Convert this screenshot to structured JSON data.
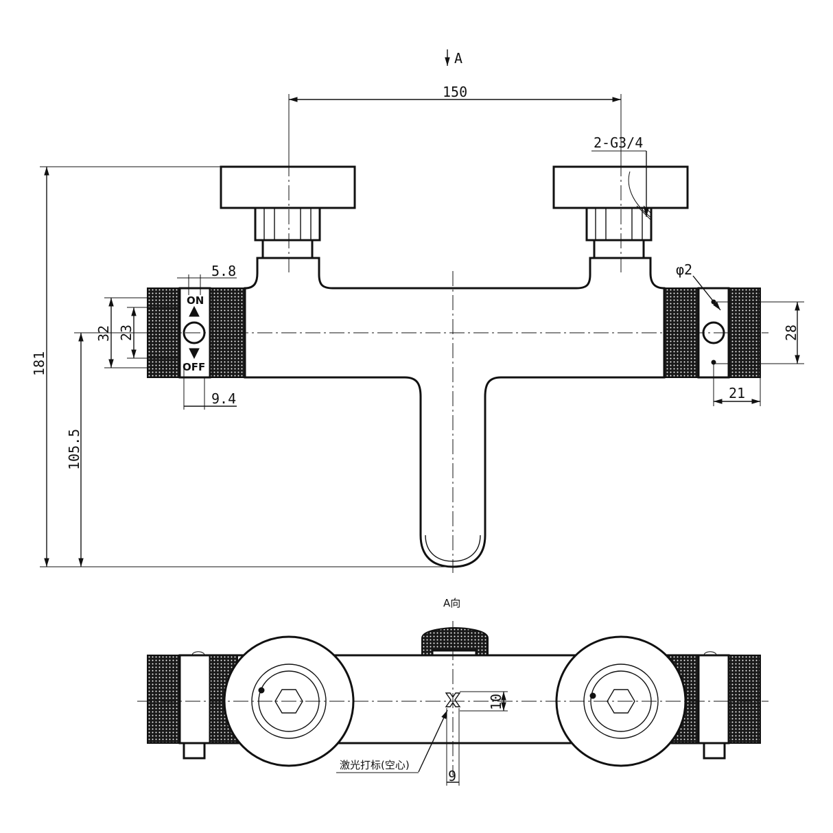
{
  "view_marker": "A",
  "view_title": "A向",
  "dimensions": {
    "center_distance": "150",
    "thread": "2-G3/4",
    "total_height": "181",
    "outlet_height": "105.5",
    "dim_5_8": "5.8",
    "dim_9_4": "9.4",
    "dim_32": "32",
    "dim_23": "23",
    "dim_28": "28",
    "dim_21": "21",
    "pin_diameter": "φ2",
    "logo_height": "10",
    "logo_width": "9"
  },
  "labels": {
    "on": "ON",
    "off": "OFF",
    "laser_mark": "激光打标(空心)"
  }
}
